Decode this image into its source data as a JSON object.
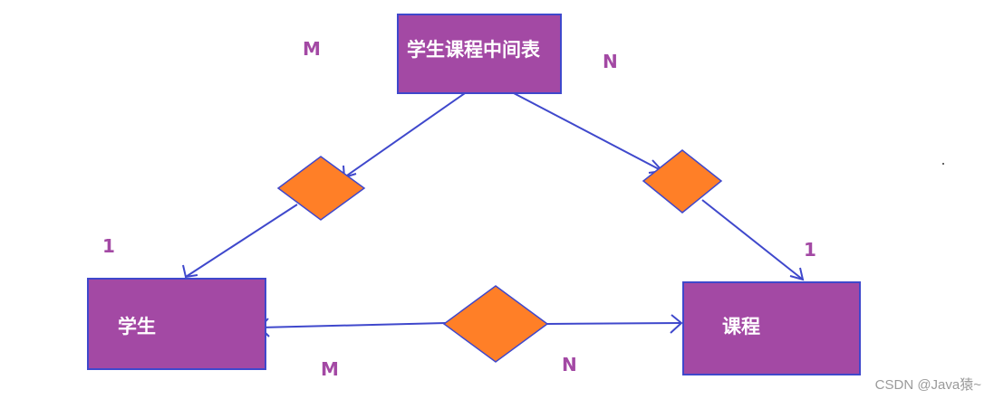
{
  "entities": {
    "middle_table": "学生课程中间表",
    "student": "学生",
    "course": "课程"
  },
  "cardinalities": {
    "top_left": "M",
    "top_right": "N",
    "left_one": "1",
    "right_one": "1",
    "bottom_left": "M",
    "bottom_right": "N"
  },
  "colors": {
    "entity_fill": "#a349a4",
    "entity_border": "#3f48cc",
    "relationship_fill": "#ff7f27",
    "line": "#3f48cc",
    "label": "#a349a4"
  },
  "watermark": "CSDN @Java猿~"
}
